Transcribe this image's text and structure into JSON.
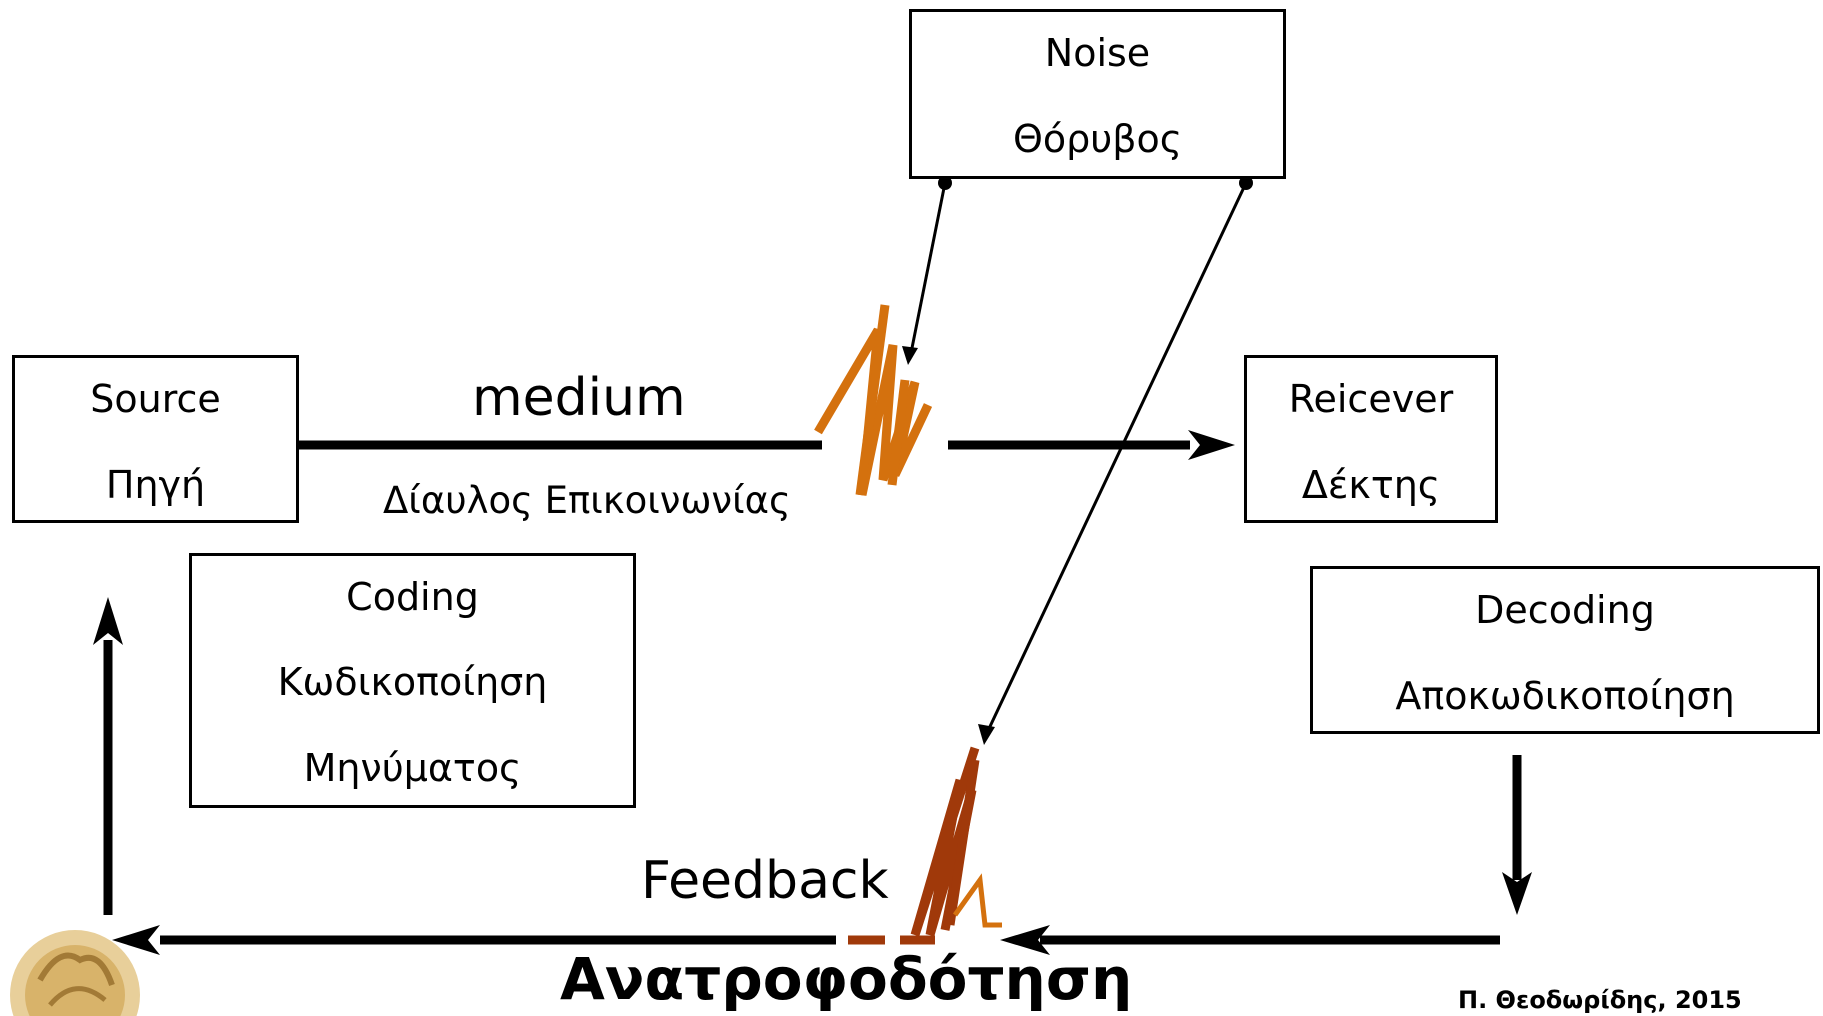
{
  "boxes": {
    "noise": {
      "line1": "Noise",
      "line2": "Θόρυβος"
    },
    "source": {
      "line1": "Source",
      "line2": "Πηγή"
    },
    "receiver": {
      "line1": "Reicever",
      "line2": "Δέκτης"
    },
    "coding": {
      "line1": "Coding",
      "line2": "Κωδικοποίηση",
      "line3": "Μηνύματος"
    },
    "decoding": {
      "line1": "Decoding",
      "line2": "Αποκωδικοποίηση"
    }
  },
  "labels": {
    "medium": "medium",
    "channel": "Δίαυλος Επικοινωνίας",
    "feedback": "Feedback",
    "feedback_greek": "Ανατροφοδότηση",
    "credit": "Π. Θεοδωρίδης, 2015"
  },
  "colors": {
    "line": "#000000",
    "medium_noise_scribble": "#d4710e",
    "feedback_noise_scribble": "#a0390a",
    "feedback_dash": "#a0390a",
    "logo": "#c9a25a"
  }
}
